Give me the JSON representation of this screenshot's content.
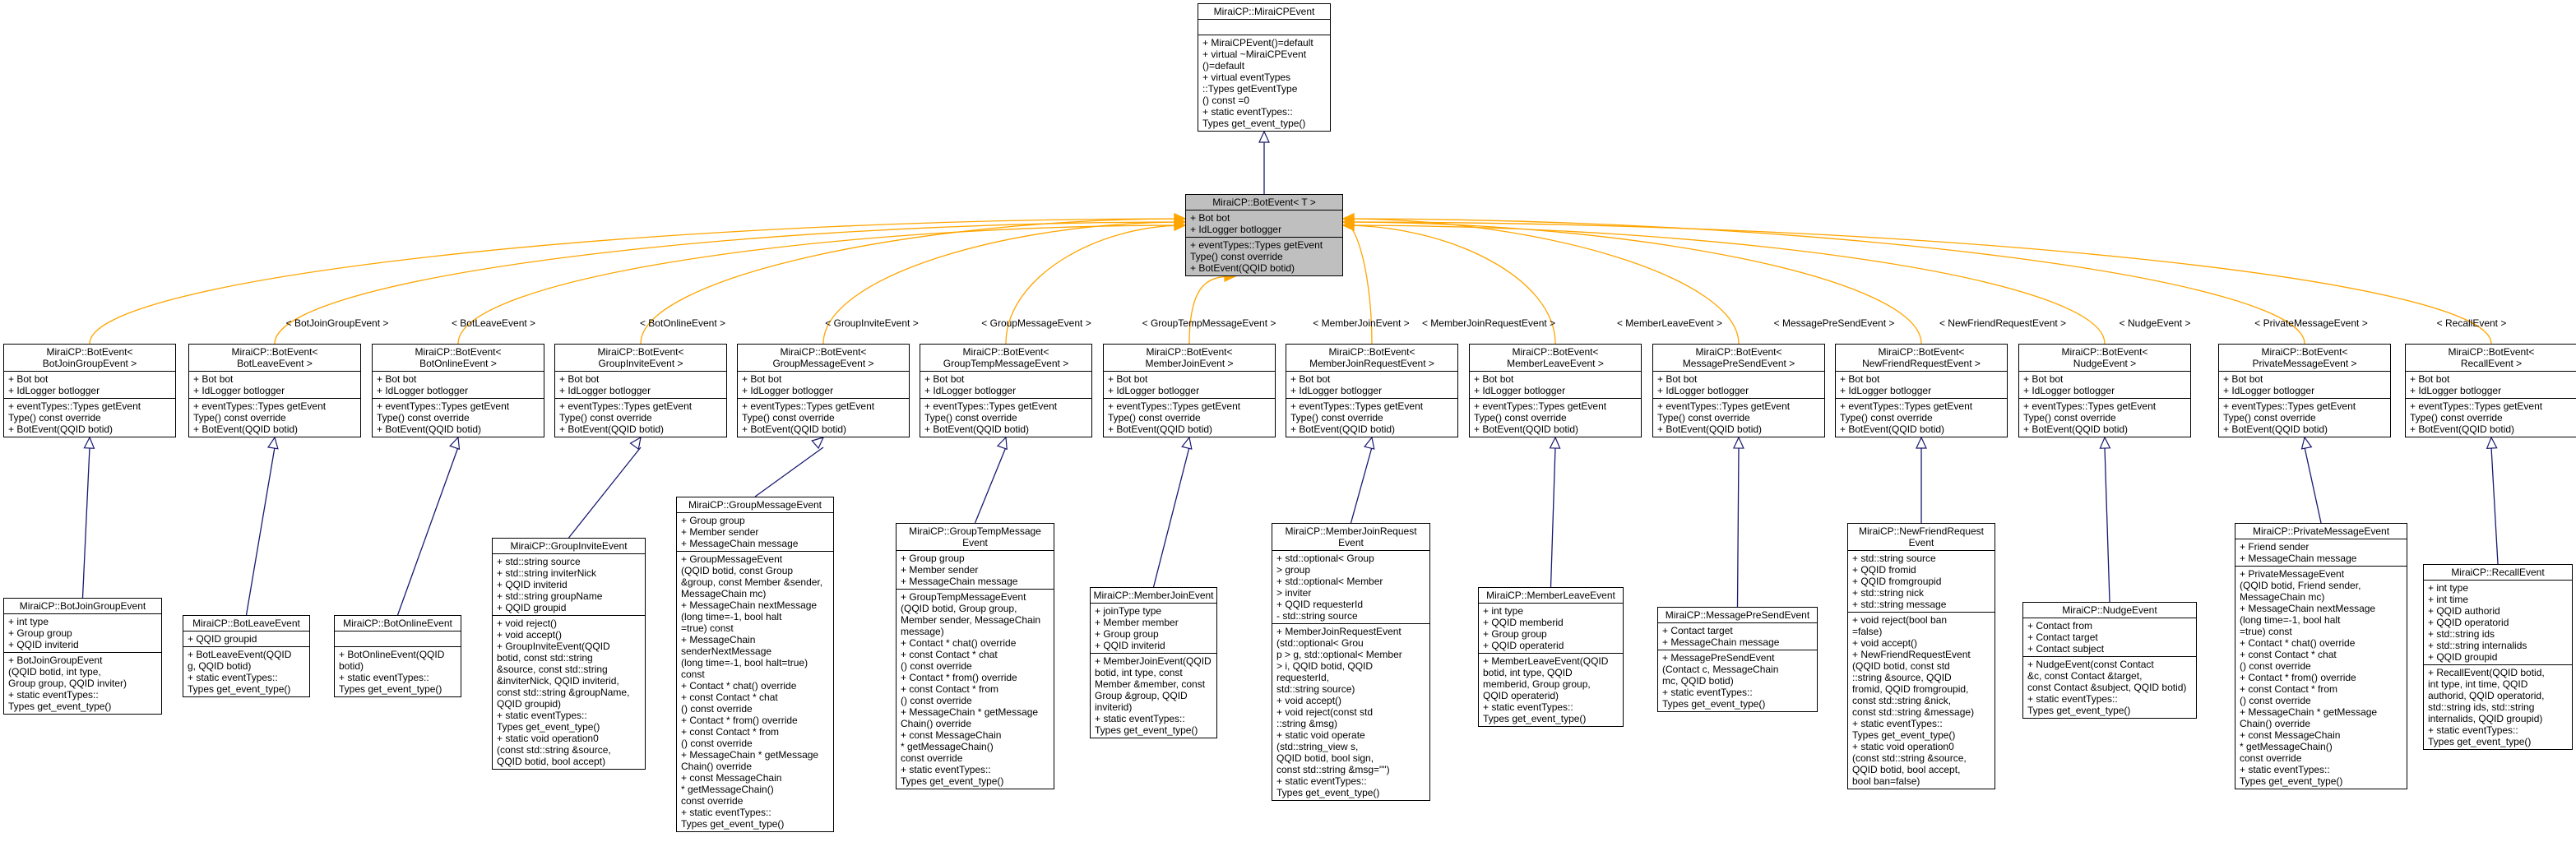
{
  "colors": {
    "inherit_edge": "#191970",
    "template_edge": "#ffa500",
    "highlight_bg": "#bfbfbf"
  },
  "root": {
    "title": "MiraiCP::MiraiCPEvent",
    "attrs": "",
    "ops": "+ MiraiCPEvent()=default\n+ virtual ~MiraiCPEvent\n()=default\n+ virtual eventTypes\n::Types getEventType\n() const =0\n+ static eventTypes::\nTypes get_event_type()"
  },
  "template": {
    "title": "MiraiCP::BotEvent< T >",
    "attrs": "+ Bot bot\n+ IdLogger botlogger",
    "ops": "+ eventTypes::Types getEvent\nType() const override\n+ BotEvent(QQID botid)"
  },
  "instances": [
    {
      "edge_label": "< BotJoinGroupEvent >",
      "title": "MiraiCP::BotEvent<\nBotJoinGroupEvent >",
      "attrs": "+ Bot bot\n+ IdLogger botlogger",
      "ops": "+ eventTypes::Types getEvent\nType() const override\n+ BotEvent(QQID botid)"
    },
    {
      "edge_label": "< BotLeaveEvent >",
      "title": "MiraiCP::BotEvent<\nBotLeaveEvent >",
      "attrs": "+ Bot bot\n+ IdLogger botlogger",
      "ops": "+ eventTypes::Types getEvent\nType() const override\n+ BotEvent(QQID botid)"
    },
    {
      "edge_label": "< BotOnlineEvent >",
      "title": "MiraiCP::BotEvent<\nBotOnlineEvent >",
      "attrs": "+ Bot bot\n+ IdLogger botlogger",
      "ops": "+ eventTypes::Types getEvent\nType() const override\n+ BotEvent(QQID botid)"
    },
    {
      "edge_label": "< GroupInviteEvent >",
      "title": "MiraiCP::BotEvent<\nGroupInviteEvent >",
      "attrs": "+ Bot bot\n+ IdLogger botlogger",
      "ops": "+ eventTypes::Types getEvent\nType() const override\n+ BotEvent(QQID botid)"
    },
    {
      "edge_label": "< GroupMessageEvent >",
      "title": "MiraiCP::BotEvent<\nGroupMessageEvent >",
      "attrs": "+ Bot bot\n+ IdLogger botlogger",
      "ops": "+ eventTypes::Types getEvent\nType() const override\n+ BotEvent(QQID botid)"
    },
    {
      "edge_label": "< GroupTempMessageEvent >",
      "title": "MiraiCP::BotEvent<\nGroupTempMessageEvent >",
      "attrs": "+ Bot bot\n+ IdLogger botlogger",
      "ops": "+ eventTypes::Types getEvent\nType() const override\n+ BotEvent(QQID botid)"
    },
    {
      "edge_label": "< MemberJoinEvent >",
      "title": "MiraiCP::BotEvent<\nMemberJoinEvent >",
      "attrs": "+ Bot bot\n+ IdLogger botlogger",
      "ops": "+ eventTypes::Types getEvent\nType() const override\n+ BotEvent(QQID botid)"
    },
    {
      "edge_label": "< MemberJoinRequestEvent >",
      "title": "MiraiCP::BotEvent<\nMemberJoinRequestEvent >",
      "attrs": "+ Bot bot\n+ IdLogger botlogger",
      "ops": "+ eventTypes::Types getEvent\nType() const override\n+ BotEvent(QQID botid)"
    },
    {
      "edge_label": "< MemberLeaveEvent >",
      "title": "MiraiCP::BotEvent<\nMemberLeaveEvent >",
      "attrs": "+ Bot bot\n+ IdLogger botlogger",
      "ops": "+ eventTypes::Types getEvent\nType() const override\n+ BotEvent(QQID botid)"
    },
    {
      "edge_label": "< MessagePreSendEvent >",
      "title": "MiraiCP::BotEvent<\nMessagePreSendEvent >",
      "attrs": "+ Bot bot\n+ IdLogger botlogger",
      "ops": "+ eventTypes::Types getEvent\nType() const override\n+ BotEvent(QQID botid)"
    },
    {
      "edge_label": "< NewFriendRequestEvent >",
      "title": "MiraiCP::BotEvent<\nNewFriendRequestEvent >",
      "attrs": "+ Bot bot\n+ IdLogger botlogger",
      "ops": "+ eventTypes::Types getEvent\nType() const override\n+ BotEvent(QQID botid)"
    },
    {
      "edge_label": "< NudgeEvent >",
      "title": "MiraiCP::BotEvent<\nNudgeEvent >",
      "attrs": "+ Bot bot\n+ IdLogger botlogger",
      "ops": "+ eventTypes::Types getEvent\nType() const override\n+ BotEvent(QQID botid)"
    },
    {
      "edge_label": "< PrivateMessageEvent >",
      "title": "MiraiCP::BotEvent<\nPrivateMessageEvent >",
      "attrs": "+ Bot bot\n+ IdLogger botlogger",
      "ops": "+ eventTypes::Types getEvent\nType() const override\n+ BotEvent(QQID botid)"
    },
    {
      "edge_label": "< RecallEvent >",
      "title": "MiraiCP::BotEvent<\nRecallEvent >",
      "attrs": "+ Bot bot\n+ IdLogger botlogger",
      "ops": "+ eventTypes::Types getEvent\nType() const override\n+ BotEvent(QQID botid)"
    }
  ],
  "classes": [
    {
      "title": "MiraiCP::BotJoinGroupEvent",
      "attrs": "+ int type\n+ Group group\n+ QQID inviterid",
      "ops": "+ BotJoinGroupEvent\n(QQID botid, int type,\n Group group, QQID inviter)\n+ static eventTypes::\nTypes get_event_type()"
    },
    {
      "title": "MiraiCP::BotLeaveEvent",
      "attrs": "+ QQID groupid",
      "ops": "+ BotLeaveEvent(QQID\ng, QQID botid)\n+ static eventTypes::\nTypes get_event_type()"
    },
    {
      "title": "MiraiCP::BotOnlineEvent",
      "attrs": "",
      "ops": "+ BotOnlineEvent(QQID\nbotid)\n+ static eventTypes::\nTypes get_event_type()"
    },
    {
      "title": "MiraiCP::GroupInviteEvent",
      "attrs": "+ std::string source\n+ std::string inviterNick\n+ QQID inviterid\n+ std::string groupName\n+ QQID groupid",
      "ops": "+ void reject()\n+ void accept()\n+ GroupInviteEvent(QQID\nbotid, const std::string\n&source, const std::string\n&inviterNick, QQID inviterid,\nconst std::string &groupName,\nQQID groupid)\n+ static eventTypes::\nTypes get_event_type()\n+ static void operation0\n(const std::string &source,\nQQID botid, bool accept)"
    },
    {
      "title": "MiraiCP::GroupMessageEvent",
      "attrs": "+ Group group\n+ Member sender\n+ MessageChain message",
      "ops": "+ GroupMessageEvent\n(QQID botid, const Group\n&group, const Member &sender,\nMessageChain mc)\n+ MessageChain nextMessage\n(long time=-1, bool halt\n=true) const\n+ MessageChain senderNextMessage\n(long time=-1, bool halt=true) const\n+ Contact * chat() override\n+ const Contact * chat\n() const override\n+ Contact * from() override\n+ const Contact * from\n() const override\n+ MessageChain * getMessage\nChain() override\n+ const MessageChain\n* getMessageChain()\nconst override\n+ static eventTypes::\nTypes get_event_type()"
    },
    {
      "title": "MiraiCP::GroupTempMessage\nEvent",
      "attrs": "+ Group group\n+ Member sender\n+ MessageChain message",
      "ops": "+ GroupTempMessageEvent\n(QQID botid, Group group,\nMember sender, MessageChain\nmessage)\n+ Contact * chat() override\n+ const Contact * chat\n() const override\n+ Contact * from() override\n+ const Contact * from\n() const override\n+ MessageChain * getMessage\nChain() override\n+ const MessageChain\n* getMessageChain()\nconst override\n+ static eventTypes::\nTypes get_event_type()"
    },
    {
      "title": "MiraiCP::MemberJoinEvent",
      "attrs": "+ joinType type\n+ Member member\n+ Group group\n+ QQID inviterid",
      "ops": "+ MemberJoinEvent(QQID\nbotid, int type, const\nMember &member, const\nGroup &group, QQID inviterid)\n+ static eventTypes::\nTypes get_event_type()"
    },
    {
      "title": "MiraiCP::MemberJoinRequest\nEvent",
      "attrs": "+ std::optional< Group\n> group\n+ std::optional< Member\n> inviter\n+ QQID requesterId\n- std::string source",
      "ops": "+ MemberJoinRequestEvent\n(std::optional< Grou\np > g, std::optional< Member\n> i, QQID botid, QQID requesterId,\nstd::string source)\n+ void accept()\n+ void reject(const std\n::string &msg)\n+ static void operate\n(std::string_view s,\nQQID botid, bool sign,\nconst std::string &msg=\"\")\n+ static eventTypes::\nTypes get_event_type()"
    },
    {
      "title": "MiraiCP::MemberLeaveEvent",
      "attrs": "+ int type\n+ QQID memberid\n+ Group group\n+ QQID operaterid",
      "ops": "+ MemberLeaveEvent(QQID\nbotid, int type, QQID\nmemberid, Group group,\nQQID operaterid)\n+ static eventTypes::\nTypes get_event_type()"
    },
    {
      "title": "MiraiCP::MessagePreSendEvent",
      "attrs": "+ Contact target\n+ MessageChain message",
      "ops": "+ MessagePreSendEvent\n(Contact c, MessageChain\nmc, QQID botid)\n+ static eventTypes::\nTypes get_event_type()"
    },
    {
      "title": "MiraiCP::NewFriendRequest\nEvent",
      "attrs": "+ std::string source\n+ QQID fromid\n+ QQID fromgroupid\n+ std::string nick\n+ std::string message",
      "ops": "+ void reject(bool ban\n=false)\n+ void accept()\n+ NewFriendRequestEvent\n(QQID botid, const std\n::string &source, QQID\nfromid, QQID fromgroupid,\nconst std::string &nick,\nconst std::string &message)\n+ static eventTypes::\nTypes get_event_type()\n+ static void operation0\n(const std::string &source,\nQQID botid, bool accept,\nbool ban=false)"
    },
    {
      "title": "MiraiCP::NudgeEvent",
      "attrs": "+ Contact from\n+ Contact target\n+ Contact subject",
      "ops": "+ NudgeEvent(const Contact\n&c, const Contact &target,\nconst Contact &subject, QQID botid)\n+ static eventTypes::\nTypes get_event_type()"
    },
    {
      "title": "MiraiCP::PrivateMessageEvent",
      "attrs": "+ Friend sender\n+ MessageChain message",
      "ops": "+ PrivateMessageEvent\n(QQID botid, Friend sender,\nMessageChain mc)\n+ MessageChain nextMessage\n(long time=-1, bool halt\n=true) const\n+ Contact * chat() override\n+ const Contact * chat\n() const override\n+ Contact * from() override\n+ const Contact * from\n() const override\n+ MessageChain * getMessage\nChain() override\n+ const MessageChain\n* getMessageChain()\nconst override\n+ static eventTypes::\nTypes get_event_type()"
    },
    {
      "title": "MiraiCP::RecallEvent",
      "attrs": "+ int type\n+ int time\n+ QQID authorid\n+ QQID operatorid\n+ std::string ids\n+ std::string internalids\n+ QQID groupid",
      "ops": "+ RecallEvent(QQID botid,\nint type, int time, QQID\nauthorid, QQID operatorid,\nstd::string ids, std::string\ninternalids, QQID groupid)\n+ static eventTypes::\nTypes get_event_type()"
    }
  ]
}
